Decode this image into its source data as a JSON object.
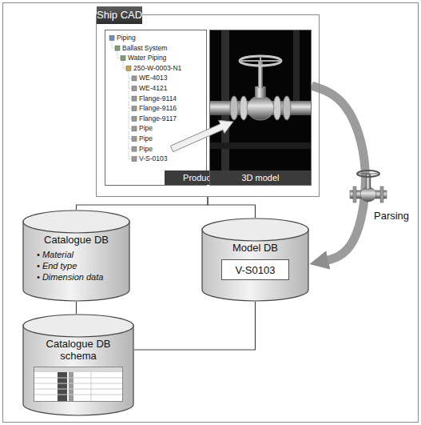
{
  "diagram": {
    "nodes": [
      {
        "text": [
          "Ship CAD"
        ]
      },
      {
        "text": [
          "Product structure"
        ],
        "in": 0
      },
      {
        "text": [
          "3D model"
        ],
        "in": 0
      },
      {
        "text": [
          "Catalogue DB",
          "• Material",
          "• End type",
          "• Dimension data"
        ]
      },
      {
        "text": [
          "Model DB"
        ]
      },
      {
        "text": [
          "V-S0103"
        ],
        "in": 4
      },
      {
        "text": [
          "Catalogue DB schema"
        ]
      }
    ],
    "edges": [
      {
        "from": 0,
        "to": 3,
        "arrow": "none"
      },
      {
        "from": 0,
        "to": 4,
        "arrow": "none"
      },
      {
        "from": 3,
        "to": 6,
        "arrow": "none"
      },
      {
        "from": 4,
        "to": 6,
        "arrow": "none"
      },
      {
        "from": 2,
        "to": 4,
        "arrow": "to",
        "label": "Parsing"
      }
    ],
    "labels": [
      "Piping",
      "Ballast System",
      "Water Piping",
      "250-W-0003-N1",
      "WE-4013",
      "WE-4121",
      "Flange-9114",
      "Flange-9116",
      "Flange-9117",
      "Pipe",
      "Pipe",
      "Pipe",
      "V-S-0103"
    ]
  }
}
